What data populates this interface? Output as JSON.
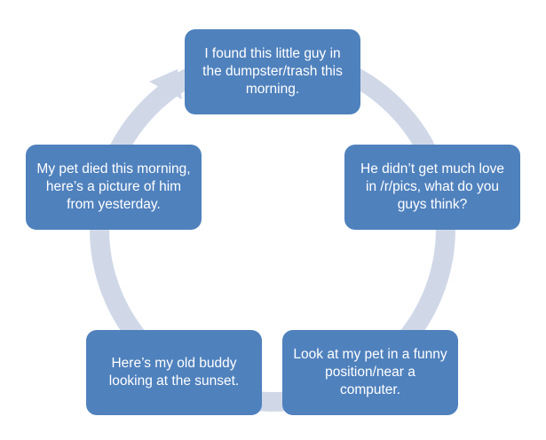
{
  "colors": {
    "node": "#4f81bd",
    "ring": "#d0d8e8",
    "text": "#ffffff"
  },
  "nodes": [
    {
      "text": "I found this little guy in the dumpster/trash this morning."
    },
    {
      "text": "He didn’t get much love in /r/pics, what do you guys think?"
    },
    {
      "text": "Look at my pet in a funny position/near a computer."
    },
    {
      "text": "Here’s my old buddy looking at the sunset."
    },
    {
      "text": "My pet died this morning, here’s a picture of him from yesterday."
    }
  ]
}
